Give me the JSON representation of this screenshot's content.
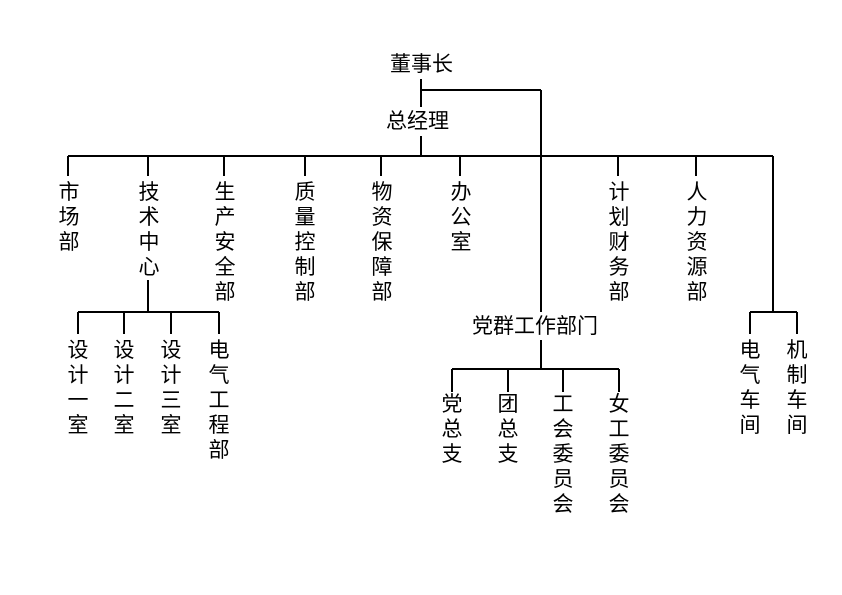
{
  "org_chart": {
    "chairman": "董事长",
    "general_manager": "总经理",
    "departments": {
      "market": "市场部",
      "tech_center": "技术中心",
      "production_safety": "生产安全部",
      "quality_control": "质量控制部",
      "materials": "物资保障部",
      "office": "办公室",
      "finance": "计划财务部",
      "hr": "人力资源部",
      "party_mass": "党群工作部门"
    },
    "tech_center_units": {
      "design1": "设计一室",
      "design2": "设计二室",
      "design3": "设计三室",
      "electrical_eng": "电气工程部"
    },
    "party_units": {
      "party_branch": "党总支",
      "league_branch": "团总支",
      "union": "工会委员会",
      "women": "女工委员会"
    },
    "workshops": {
      "electrical": "电气车间",
      "mechanical": "机制车间"
    }
  }
}
